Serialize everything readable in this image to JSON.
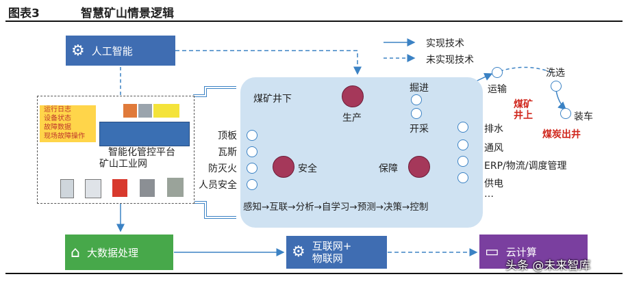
{
  "header": {
    "fig_label": "图表3",
    "title": "智慧矿山情景逻辑"
  },
  "legend": {
    "implemented": "实现技术",
    "not_implemented": "未实现技术"
  },
  "boxes": {
    "ai": "人工智能",
    "big_data": "大数据处理",
    "iot_line1": "互联网+",
    "iot_line2": "物联网",
    "cloud": "云计算"
  },
  "platform": {
    "line1": "智能化管控平台",
    "line2": "矿山工业网"
  },
  "panel_items": {
    "a": "运行日志",
    "b": "设备状态",
    "c": "故障数据",
    "d": "现场故障操作"
  },
  "underground": {
    "title": "煤矿井下",
    "production": "生产",
    "safety": "安全",
    "support": "保障",
    "dig": "掘进",
    "mining": "开采",
    "safety_items": [
      "顶板",
      "瓦斯",
      "防灭火",
      "人员安全"
    ],
    "support_items": [
      "排水",
      "通风",
      "ERP/物流/调度管理",
      "供电",
      "…"
    ],
    "process_chain": "感知→互联→分析→自学习→预测→决策→控制"
  },
  "surface": {
    "transport": "运输",
    "washing": "洗选",
    "loading": "装车",
    "mine_above": "煤矿井上",
    "coal_out": "煤炭出井"
  },
  "watermark": "头条 @未来智库",
  "colors": {
    "blue_box": "#3f6db2",
    "green_box": "#47a84a",
    "purple_box": "#7a3f9f",
    "panel": "#cfe2f2",
    "node_red": "#a5385a",
    "arrow": "#3b82c4",
    "red_text": "#d0271d"
  }
}
